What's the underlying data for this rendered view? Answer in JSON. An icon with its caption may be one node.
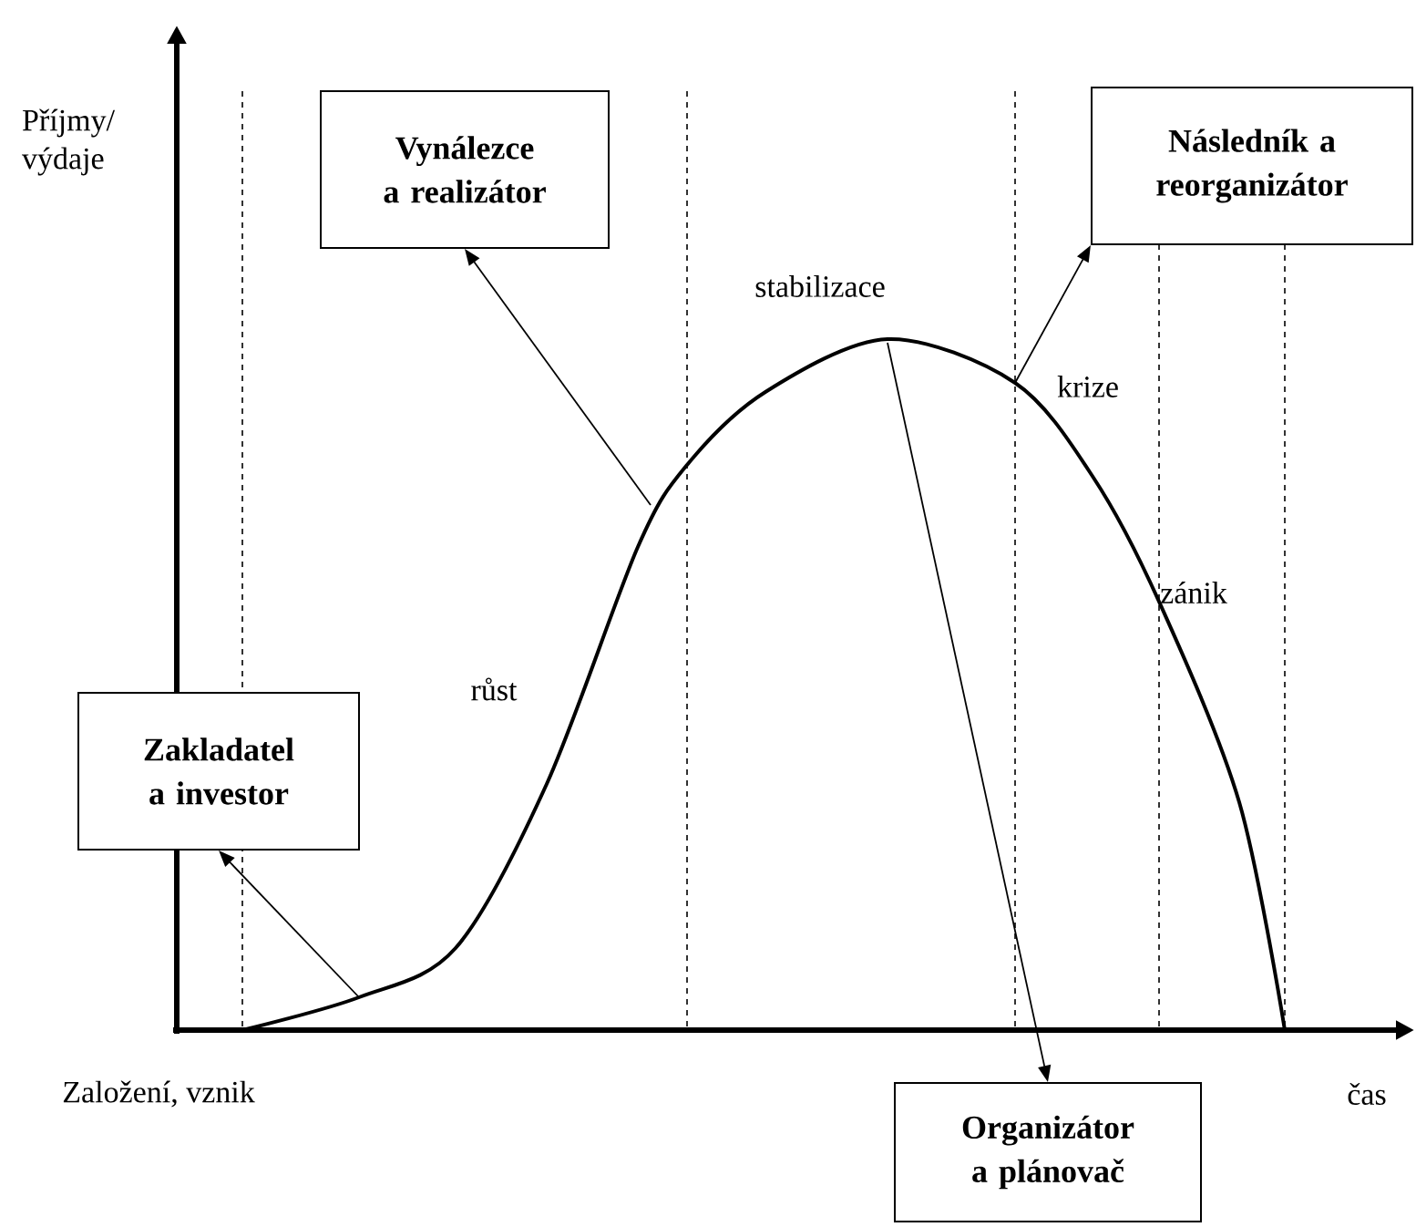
{
  "diagram": {
    "nodes": [
      {
        "text": [
          "Vynálezce a realizátor"
        ]
      },
      {
        "text": [
          "Následník a reorganizátor"
        ]
      },
      {
        "text": [
          "Zakladatel a investor"
        ]
      },
      {
        "text": [
          "Organizátor a plánovač"
        ]
      }
    ],
    "edges": [
      {
        "from": null,
        "to": 0,
        "arrow": "to"
      },
      {
        "from": null,
        "to": 1,
        "arrow": "to"
      },
      {
        "from": null,
        "to": 2,
        "arrow": "to"
      },
      {
        "from": null,
        "to": 3,
        "arrow": "to"
      }
    ],
    "labels": [
      "Příjmy/ výdaje",
      "stabilizace",
      "krize",
      "zánik",
      "růst",
      "Založení, vznik",
      "čas"
    ]
  }
}
